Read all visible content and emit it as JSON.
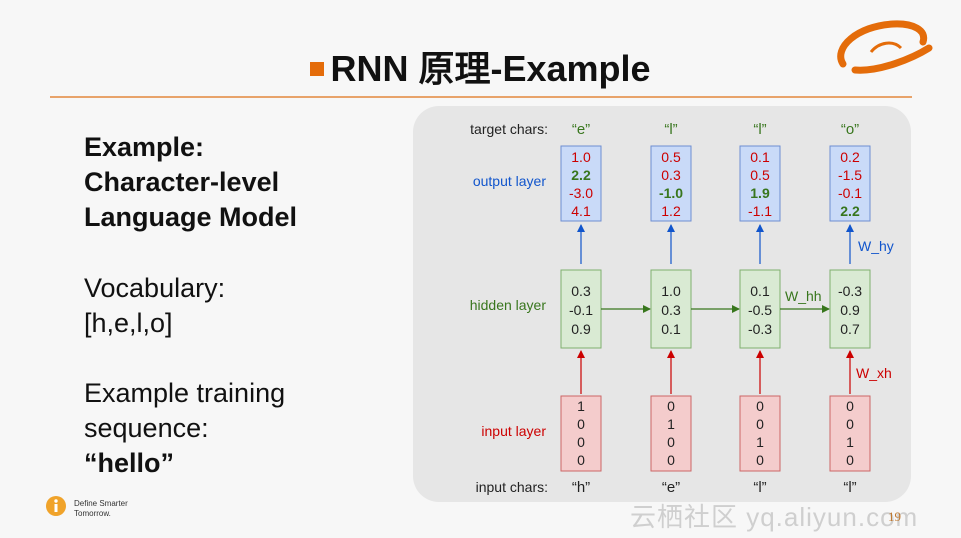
{
  "slide": {
    "title": "RNN 原理-Example",
    "page_number": "19",
    "colors": {
      "accent": "#e46c0a",
      "rule": "#e8a36a"
    }
  },
  "left": {
    "heading_lines": [
      "Example:",
      "Character-level",
      "Language Model"
    ],
    "vocab_label": "Vocabulary:",
    "vocab_value": "[h,e,l,o]",
    "seq_lines": [
      "Example training",
      "sequence:"
    ],
    "seq_value": "“hello”"
  },
  "diagram": {
    "row_labels": {
      "target": "target chars:",
      "output": "output layer",
      "hidden": "hidden layer",
      "input": "input layer",
      "input_chars": "input chars:"
    },
    "weights": {
      "w_hy": "W_hy",
      "w_hh": "W_hh",
      "w_xh": "W_xh"
    },
    "colors": {
      "output_fill": "#c9daf8",
      "output_stroke": "#6d8ed1",
      "hidden_fill": "#d9ead3",
      "hidden_stroke": "#7fb06e",
      "input_fill": "#f4cccc",
      "input_stroke": "#cc6666",
      "red": "#cc0000",
      "green": "#38761d",
      "blue": "#1155cc"
    },
    "columns": [
      {
        "target": "“e”",
        "input_char": "“h”",
        "output": [
          "1.0",
          "2.2",
          "-3.0",
          "4.1"
        ],
        "output_green": 1,
        "hidden": [
          "0.3",
          "-0.1",
          "0.9"
        ],
        "input": [
          "1",
          "0",
          "0",
          "0"
        ]
      },
      {
        "target": "“l”",
        "input_char": "“e”",
        "output": [
          "0.5",
          "0.3",
          "-1.0",
          "1.2"
        ],
        "output_green": 2,
        "hidden": [
          "1.0",
          "0.3",
          "0.1"
        ],
        "input": [
          "0",
          "1",
          "0",
          "0"
        ]
      },
      {
        "target": "“l”",
        "input_char": "“l”",
        "output": [
          "0.1",
          "0.5",
          "1.9",
          "-1.1"
        ],
        "output_green": 2,
        "hidden": [
          "0.1",
          "-0.5",
          "-0.3"
        ],
        "input": [
          "0",
          "0",
          "1",
          "0"
        ]
      },
      {
        "target": "“o”",
        "input_char": "“l”",
        "output": [
          "0.2",
          "-1.5",
          "-0.1",
          "2.2"
        ],
        "output_green": 3,
        "hidden": [
          "-0.3",
          "0.9",
          "0.7"
        ],
        "input": [
          "0",
          "0",
          "1",
          "0"
        ]
      }
    ]
  },
  "footer": {
    "tagline": [
      "Define Smarter",
      "Tomorrow."
    ],
    "watermark": "云栖社区 yq.aliyun.com"
  }
}
